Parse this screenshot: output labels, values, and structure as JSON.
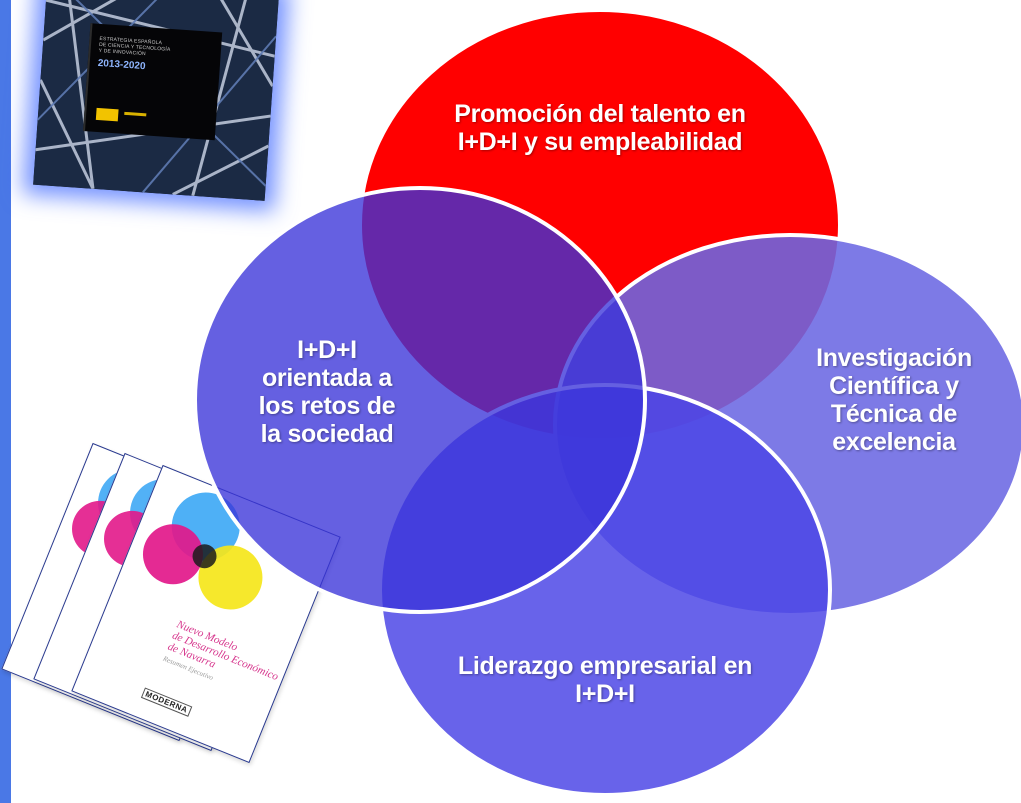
{
  "diagram": {
    "circles": [
      {
        "id": "talent",
        "lines": [
          "Promoción del talento en",
          "I+D+I y su empleabilidad"
        ],
        "color": "#ff0000"
      },
      {
        "id": "society",
        "lines": [
          "I+D+I",
          "orientada a",
          "los retos de",
          "la sociedad"
        ],
        "color": "#5b4de0"
      },
      {
        "id": "research",
        "lines": [
          "Investigación",
          "Científica y",
          "Técnica de",
          "excelencia"
        ],
        "color": "#7a78e6"
      },
      {
        "id": "leadership",
        "lines": [
          "Liderazgo empresarial en",
          "I+D+I"
        ],
        "color": "#5858e0"
      }
    ]
  },
  "cover": {
    "lines": [
      "ESTRATEGIA ESPAÑOLA",
      "DE CIENCIA Y TECNOLOGÍA",
      "Y DE INNOVACIÓN"
    ],
    "years": "2013-2020"
  },
  "booklet": {
    "title_lines": [
      "Nuevo Modelo",
      "de Desarrollo Económico",
      "de Navarra"
    ],
    "subtitle": "Resumen Ejecutivo",
    "brand": "MODERNA"
  }
}
